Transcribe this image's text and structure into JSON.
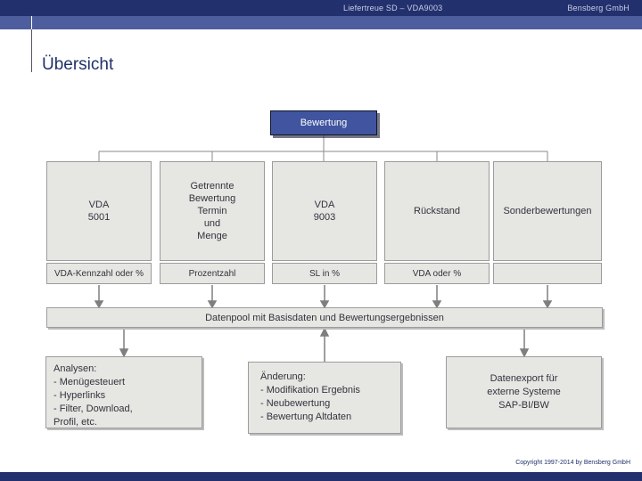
{
  "header": {
    "document_title": "Liefertreue SD – VDA9003",
    "company": "Bensberg GmbH"
  },
  "page": {
    "title": "Übersicht"
  },
  "diagram": {
    "root": {
      "label": "Bewertung"
    },
    "columns": [
      {
        "box": "VDA\n5001",
        "sub": "VDA-Kennzahl oder %"
      },
      {
        "box": "Getrennte\nBewertung\nTermin\nund\nMenge",
        "sub": "Prozentzahl"
      },
      {
        "box": "VDA\n9003",
        "sub": "SL in %"
      },
      {
        "box": "Rückstand",
        "sub": "VDA oder %"
      },
      {
        "box": "Sonderbewertungen",
        "sub": ""
      }
    ],
    "datenpool": {
      "label": "Datenpool mit Basisdaten und Bewertungsergebnissen"
    },
    "bottom": [
      {
        "label": "Analysen:\n- Menügesteuert\n- Hyperlinks\n- Filter, Download,\n  Profil, etc."
      },
      {
        "label": "Änderung:\n- Modifikation Ergebnis\n- Neubewertung\n- Bewertung Altdaten"
      },
      {
        "label": "Datenexport für\nexterne Systeme\nSAP-BI/BW"
      }
    ]
  },
  "footer": {
    "copyright": "Copyright 1997-2014 by Bensberg GmbH"
  },
  "colors": {
    "brand_navy": "#22306e",
    "accent_blue_bar": "#4d5d9d",
    "root_box_fill": "#40549f",
    "box_fill": "#e6e6e3",
    "box_border": "#9c9c9c",
    "connector_gray": "#7f7f7f",
    "title_navy": "#1f3169"
  }
}
